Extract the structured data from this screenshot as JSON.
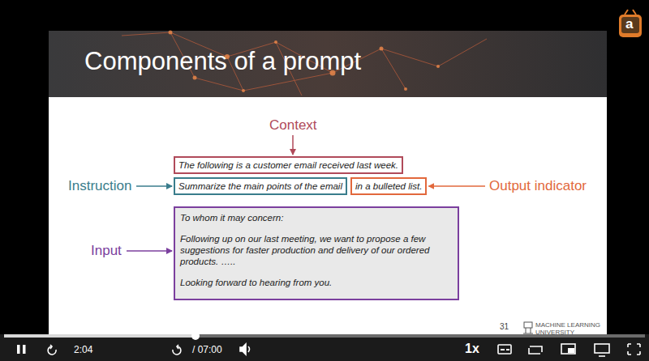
{
  "diagram": {
    "title": "Components of a prompt",
    "nodes": [
      {
        "text": [
          "The following is a customer email received last week."
        ]
      },
      {
        "text": [
          "Summarize the main points of the email"
        ]
      },
      {
        "text": [
          "in a bulleted list."
        ]
      },
      {
        "text": [
          "To whom it may concern:",
          "Following up on our last meeting, we want to propose a few suggestions for faster production and delivery of our ordered products. …..",
          "Looking forward to hearing from you."
        ]
      }
    ],
    "labels": [
      "Context",
      "Instruction",
      "Output indicator",
      "Input",
      "31",
      "MACHINE LEARNING UNIVERSITY",
      "a",
      "2:04",
      "/ 07:00",
      "1x"
    ]
  }
}
